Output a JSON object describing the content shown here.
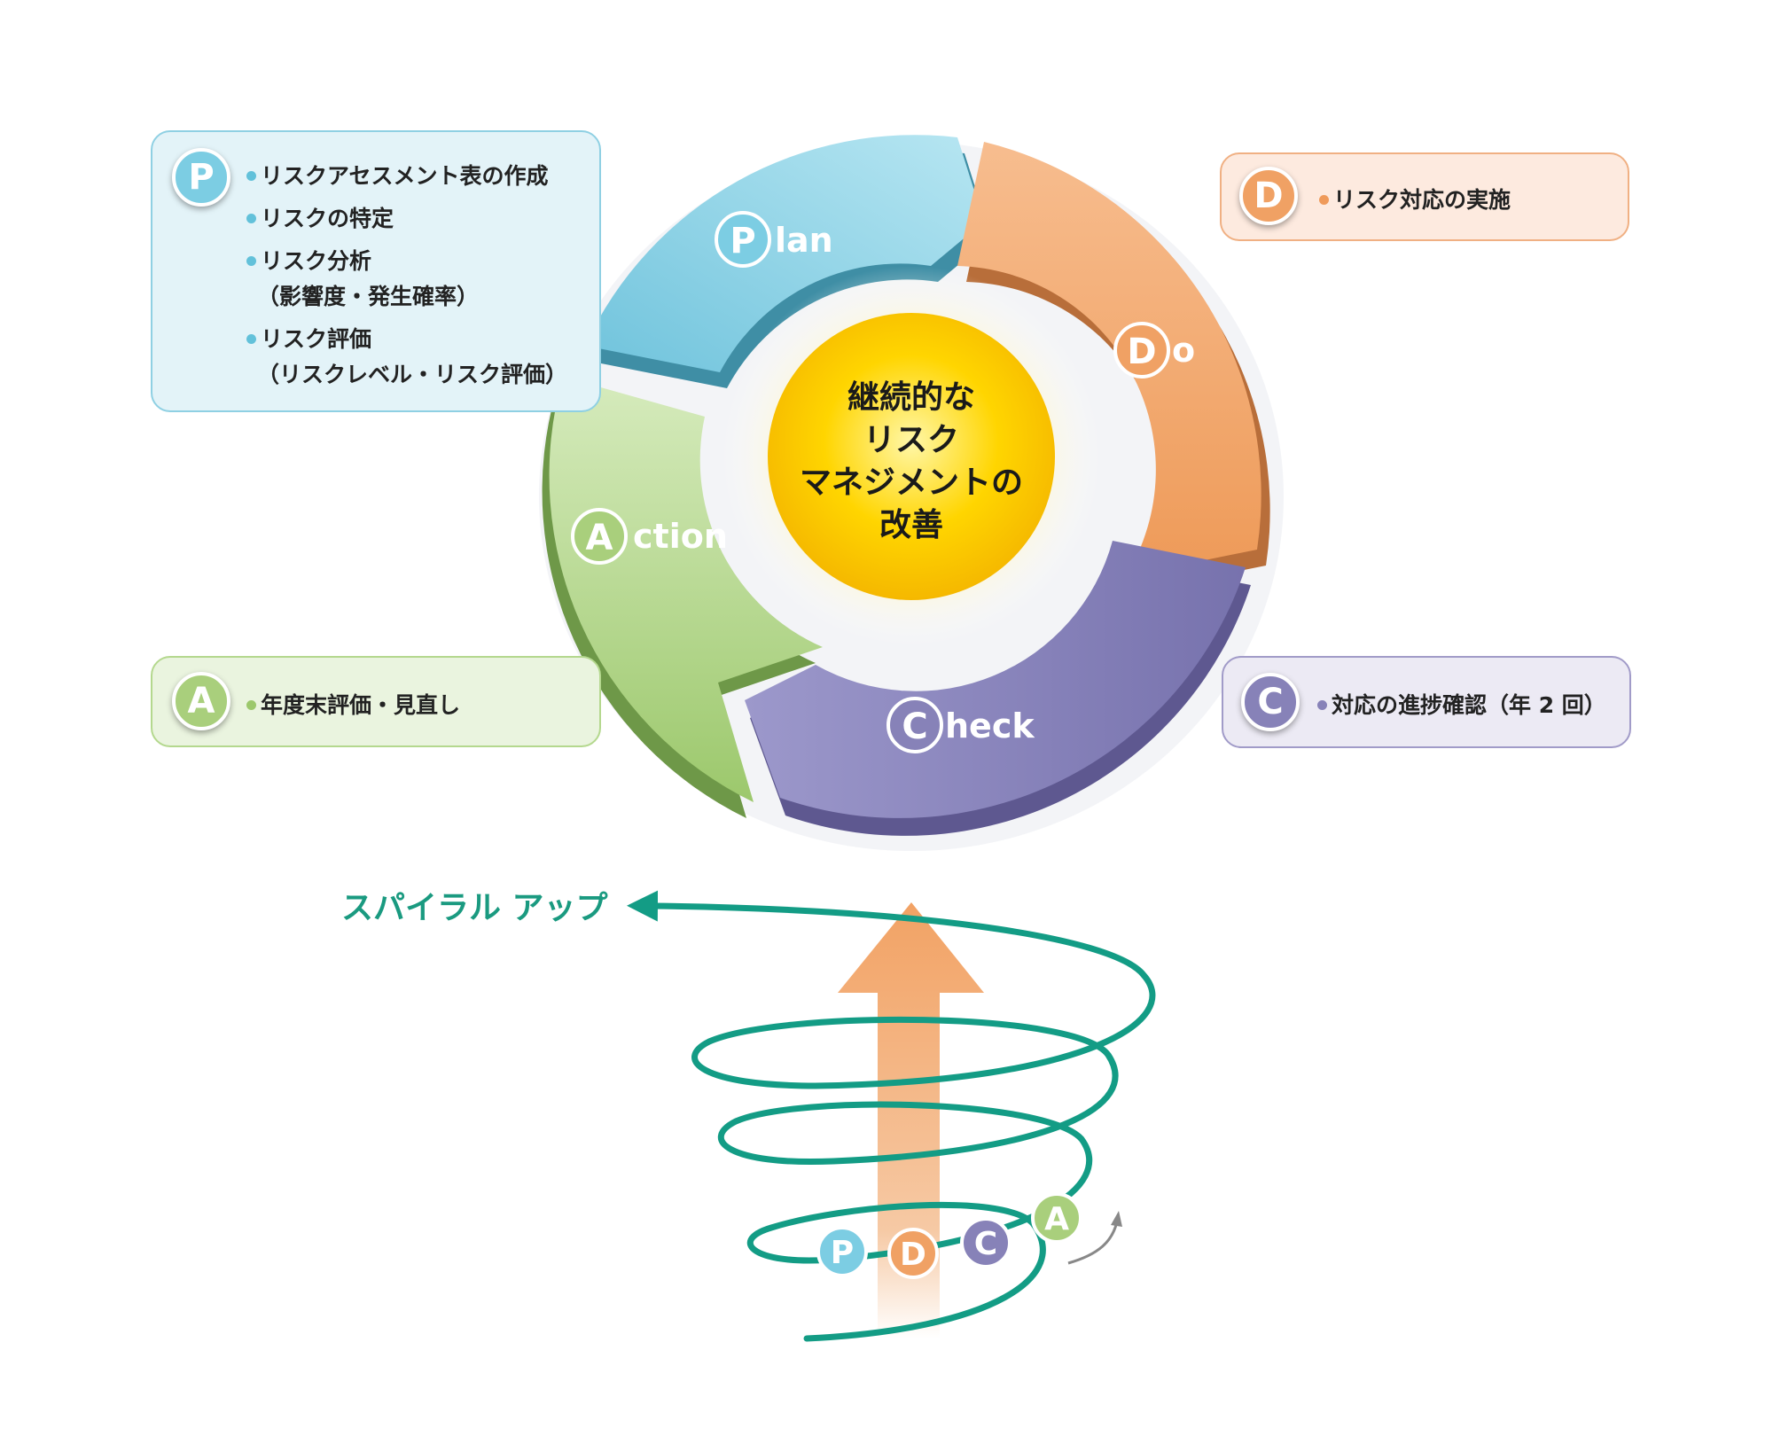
{
  "center": {
    "line1": "継続的な",
    "line2": "リスク",
    "line3": "マネジメントの",
    "line4": "改善"
  },
  "cycle": {
    "plan": {
      "letter": "P",
      "rest": "lan",
      "color": "#7ccde3"
    },
    "do": {
      "letter": "D",
      "rest": "o",
      "color": "#f0a164"
    },
    "check": {
      "letter": "C",
      "rest": "heck",
      "color": "#8782b8"
    },
    "action": {
      "letter": "A",
      "rest": "ction",
      "color": "#a9cf7c"
    }
  },
  "plan_box": {
    "badge": "P",
    "items": [
      "リスクアセスメント表の作成",
      "リスクの特定",
      "リスク分析",
      "（影響度・発生確率）",
      "リスク評価",
      "（リスクレベル・リスク評価）"
    ]
  },
  "do_box": {
    "badge": "D",
    "item": "リスク対応の実施"
  },
  "check_box": {
    "badge": "C",
    "item": "対応の進捗確認（年 2 回）"
  },
  "action_box": {
    "badge": "A",
    "item": "年度末評価・見直し"
  },
  "spiral": {
    "label": "スパイラル アップ",
    "badges": [
      "P",
      "D",
      "C",
      "A"
    ]
  }
}
